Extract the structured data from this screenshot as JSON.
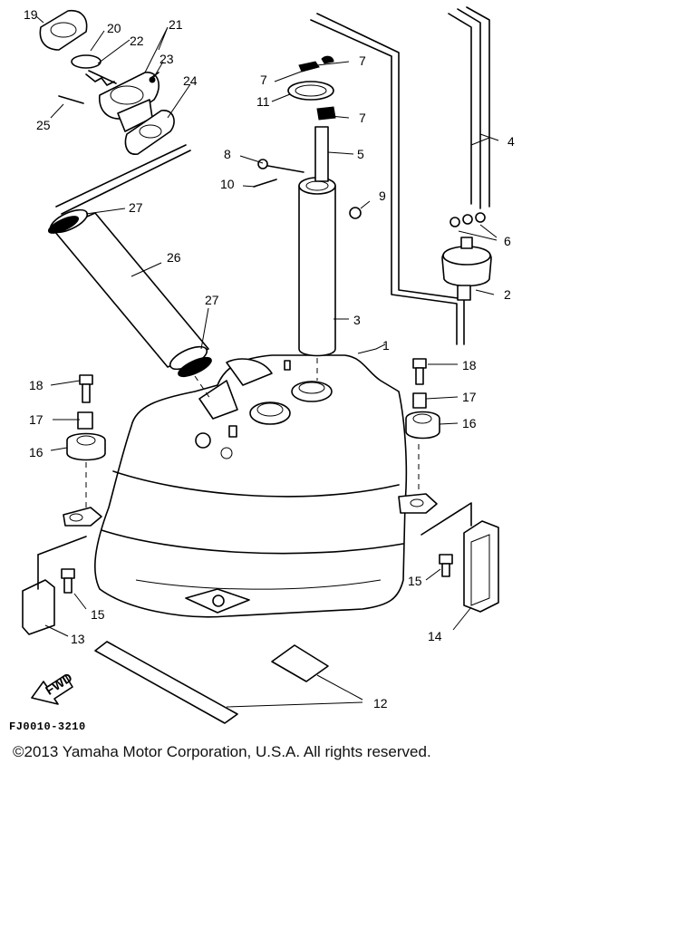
{
  "diagram": {
    "callouts": {
      "c1": "1",
      "c2": "2",
      "c3": "3",
      "c4": "4",
      "c5": "5",
      "c6": "6",
      "c7a": "7",
      "c7b": "7",
      "c7c": "7",
      "c8": "8",
      "c9": "9",
      "c10": "10",
      "c11": "11",
      "c12": "12",
      "c13": "13",
      "c14": "14",
      "c15a": "15",
      "c15b": "15",
      "c16a": "16",
      "c16b": "16",
      "c17a": "17",
      "c17b": "17",
      "c18a": "18",
      "c18b": "18",
      "c19": "19",
      "c20": "20",
      "c21": "21",
      "c22": "22",
      "c23": "23",
      "c24": "24",
      "c25": "25",
      "c26": "26",
      "c27a": "27",
      "c27b": "27"
    },
    "fwd_label": "FWD",
    "code": "FJ0010-3210"
  },
  "footer": {
    "copyright": "©2013 Yamaha Motor Corporation, U.S.A. All rights reserved."
  }
}
